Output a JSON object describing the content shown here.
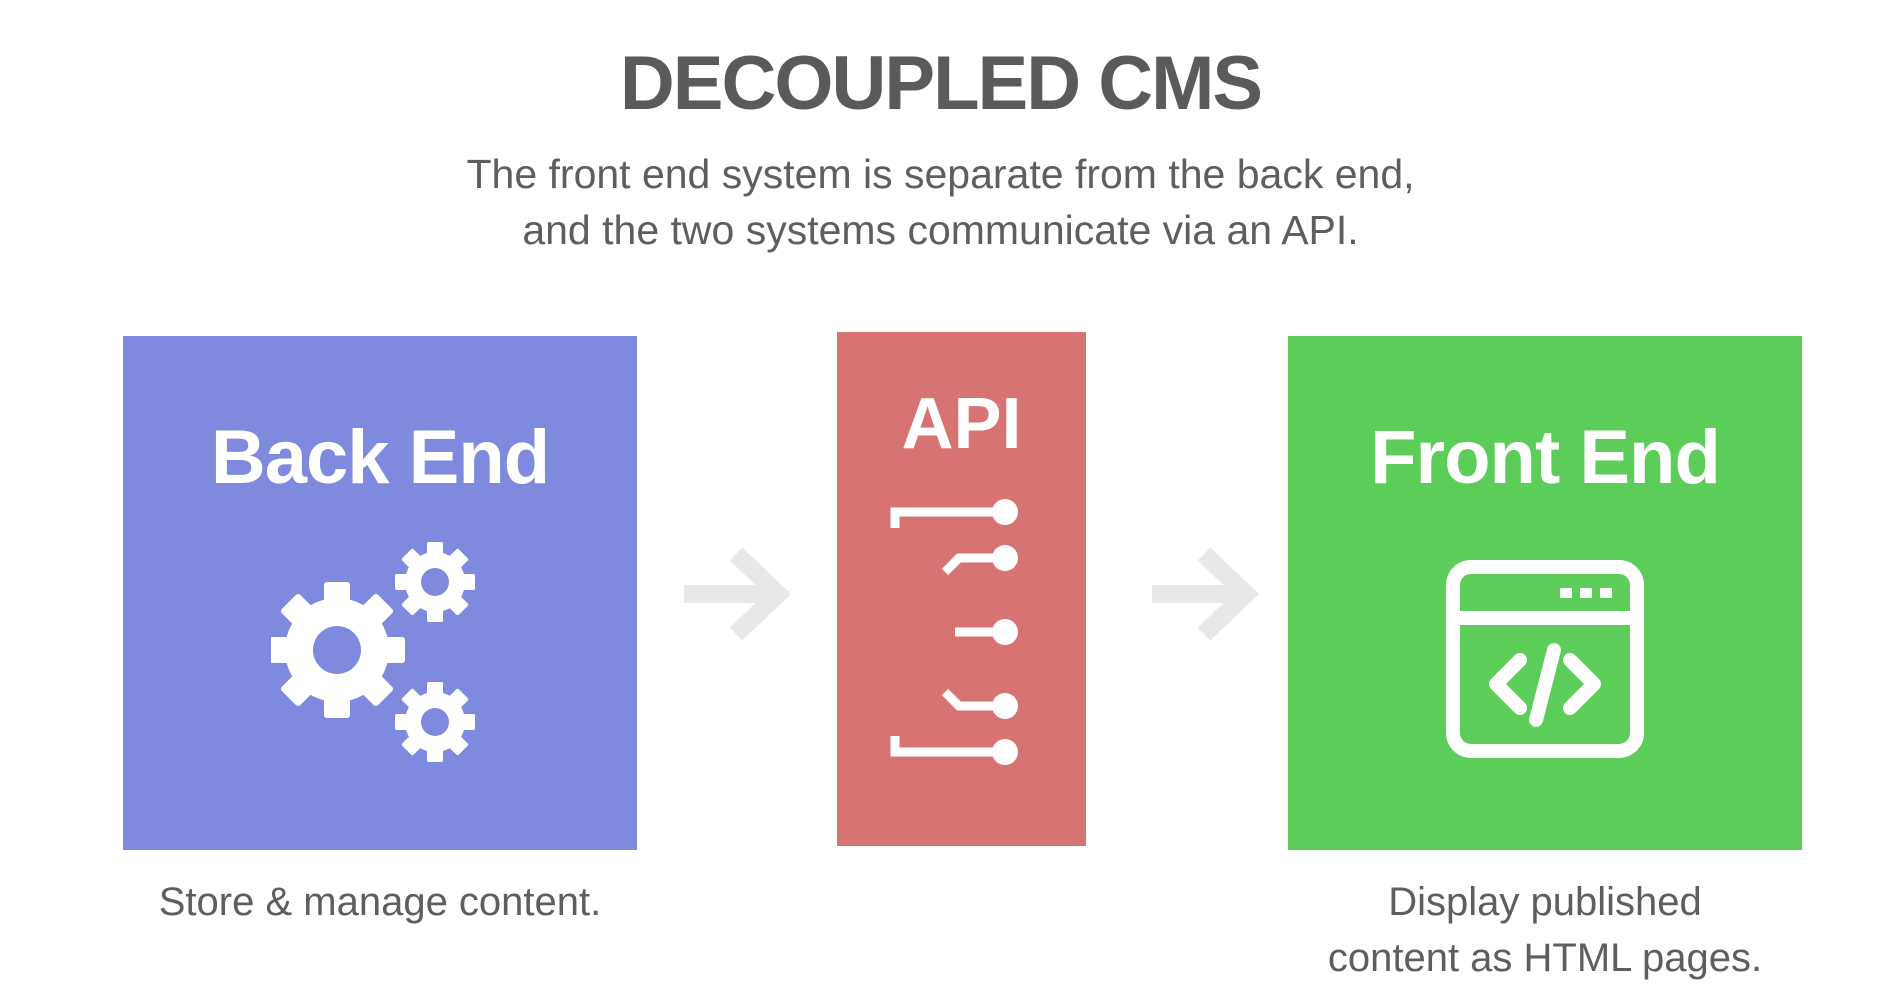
{
  "header": {
    "title": "DECOUPLED CMS",
    "subtitle_lines": [
      "The front end system is separate from the back end,",
      "and the two systems communicate via an API."
    ]
  },
  "backend": {
    "label": "Back End",
    "caption": "Store & manage content.",
    "color": "#7f89de",
    "icon": "gears-icon"
  },
  "api": {
    "label": "API",
    "color": "#d77372",
    "icon": "connector-icon"
  },
  "frontend": {
    "label": "Front End",
    "caption_lines": [
      "Display published",
      "content as HTML pages."
    ],
    "color": "#5ccd58",
    "icon": "browser-code-icon"
  },
  "arrows": {
    "color": "#e8e8e8",
    "icon": "arrow-right-icon"
  }
}
